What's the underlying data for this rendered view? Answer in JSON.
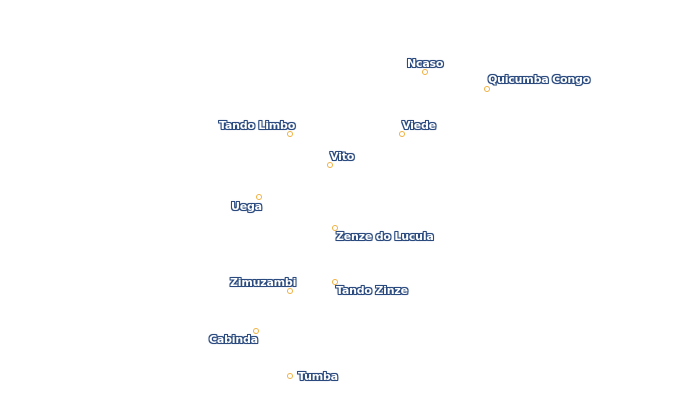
{
  "colors": {
    "background": "#ffffff",
    "marker": "#f0b040",
    "label_halo": "#2a4a7f",
    "label_text": "#ffffff"
  },
  "places": [
    {
      "name": "Ncaso",
      "marker_icon": "place-dot"
    },
    {
      "name": "Quicumba Congo",
      "marker_icon": "place-dot"
    },
    {
      "name": "Tando Limbo",
      "marker_icon": "place-dot"
    },
    {
      "name": "Viede",
      "marker_icon": "place-dot"
    },
    {
      "name": "Vito",
      "marker_icon": "place-dot"
    },
    {
      "name": "Uega",
      "marker_icon": "place-dot"
    },
    {
      "name": "Zenze do Lucula",
      "marker_icon": "place-dot"
    },
    {
      "name": "Zimuzambi",
      "marker_icon": "place-dot"
    },
    {
      "name": "Tando Zinze",
      "marker_icon": "place-dot"
    },
    {
      "name": "Cabinda",
      "marker_icon": "place-dot"
    },
    {
      "name": "Tumba",
      "marker_icon": "place-dot"
    }
  ]
}
